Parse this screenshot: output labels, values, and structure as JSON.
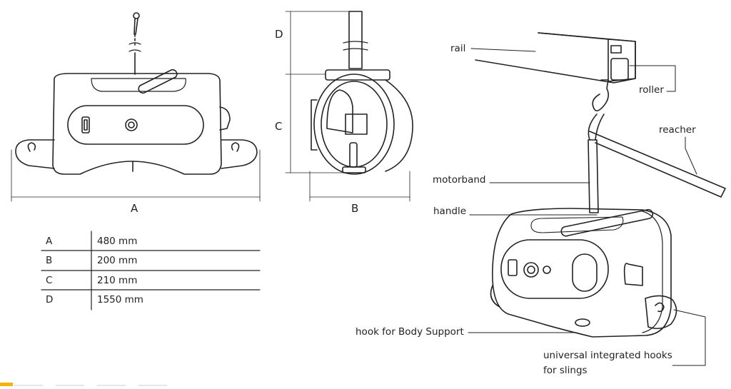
{
  "dimensions": {
    "label_A": "A",
    "label_B": "B",
    "label_C": "C",
    "label_D": "D"
  },
  "table": {
    "rows": [
      {
        "key": "A",
        "value": "480 mm"
      },
      {
        "key": "B",
        "value": "200 mm"
      },
      {
        "key": "C",
        "value": "210 mm"
      },
      {
        "key": "D",
        "value": "1550 mm"
      }
    ]
  },
  "callouts": {
    "rail": "rail",
    "roller": "roller",
    "reacher": "reacher",
    "motorband": "motorband",
    "handle": "handle",
    "hook_body_support": "hook for Body Support",
    "universal_hooks_line1": "universal integrated hooks",
    "universal_hooks_line2": "for slings"
  },
  "colors": {
    "line": "#222222",
    "accent": "#f2b400"
  }
}
